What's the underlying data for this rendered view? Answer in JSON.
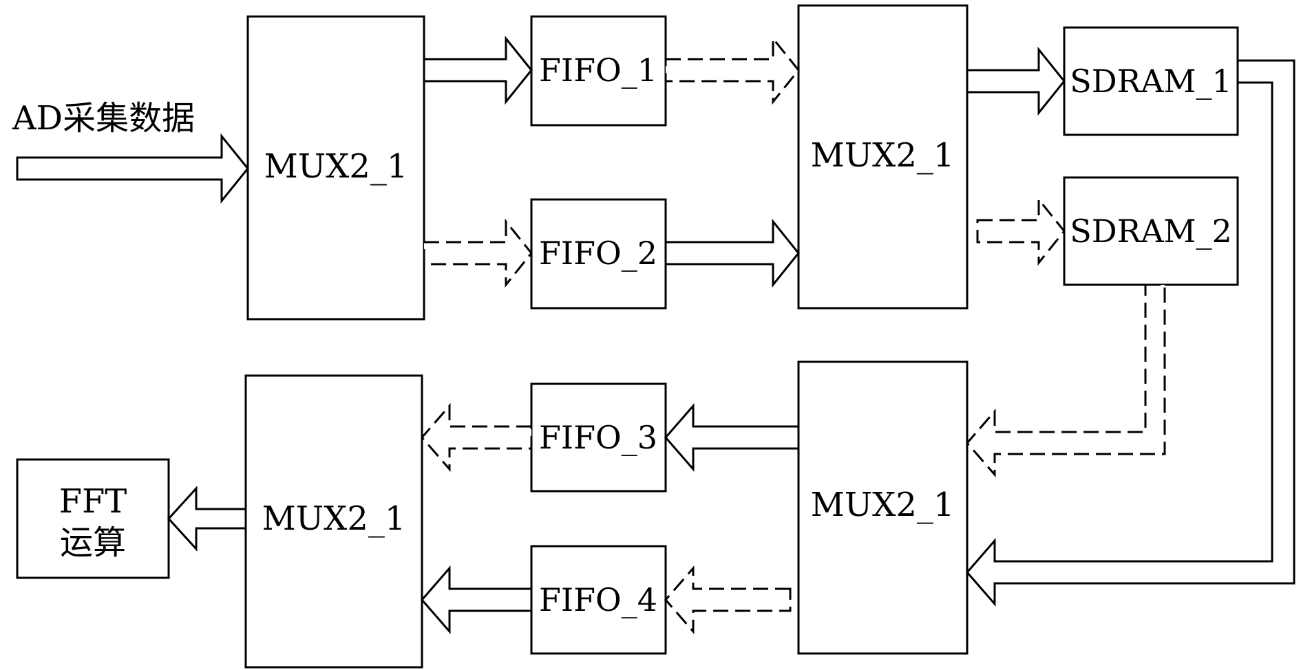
{
  "diagram": {
    "input_label": "AD采集数据",
    "blocks": {
      "mux_in": "MUX2_1",
      "fifo_1": "FIFO_1",
      "fifo_2": "FIFO_2",
      "mux_mid_top": "MUX2_1",
      "sdram_1": "SDRAM_1",
      "sdram_2": "SDRAM_2",
      "mux_mid_bottom": "MUX2_1",
      "fifo_3": "FIFO_3",
      "fifo_4": "FIFO_4",
      "mux_out": "MUX2_1",
      "fft_line1": "FFT",
      "fft_line2": "运算"
    },
    "colors": {
      "line": "#000000",
      "background": "#ffffff"
    }
  }
}
